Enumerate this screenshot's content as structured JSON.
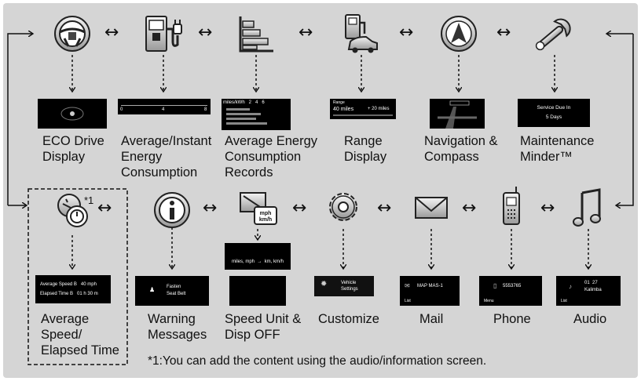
{
  "row1": {
    "eco": {
      "label": "ECO Drive\nDisplay"
    },
    "energy": {
      "label": "Average/Instant\nEnergy\nConsumption",
      "ticks": [
        "0",
        "4",
        "8"
      ]
    },
    "records": {
      "label": "Average Energy\nConsumption\nRecords",
      "header": "miles/kWh   2   4   6"
    },
    "range": {
      "label": "Range\nDisplay",
      "small": "Range",
      "main": "40 miles",
      "plus": "+ 20 miles"
    },
    "nav": {
      "label": "Navigation &\nCompass"
    },
    "maint": {
      "label": "Maintenance\nMinder™",
      "line1": "Service Due In",
      "line2": "5 Days"
    }
  },
  "row2": {
    "avg": {
      "label": "Average\nSpeed/\nElapsed Time",
      "footnote_mark": "*1",
      "line1": "Average Speed B   40 mph",
      "line2": "Elapsed Time B   01 h 30 m"
    },
    "warn": {
      "label": "Warning\nMessages",
      "line1": "Fasten",
      "line2": "Seat Belt"
    },
    "speedunit": {
      "label": "Speed Unit &\nDisp OFF",
      "caption": "miles, mph  →  km, km/h",
      "icon_text": "mph\nkm/h"
    },
    "customize": {
      "label": "Customize",
      "line1": "Vehicle",
      "line2": "Settings"
    },
    "mail": {
      "label": "Mail",
      "line1": "MAP MAS-1",
      "line2": "List"
    },
    "phone": {
      "label": "Phone",
      "line1": "5553765",
      "line2": "Menu"
    },
    "audio": {
      "label": "Audio",
      "line1": "01  27",
      "line2": "Kalimba",
      "line3": "List"
    }
  },
  "footnote": "*1:You can add the content using the audio/information screen.",
  "arrow_symbol": "↔",
  "icon_names": [
    "steering-wheel-icon",
    "fuel-plug-icon",
    "bar-chart-icon",
    "fuel-car-icon",
    "compass-icon",
    "wrench-icon",
    "speed-timer-icon",
    "info-icon",
    "speed-unit-icon",
    "gear-icon",
    "mail-icon",
    "phone-icon",
    "music-icon"
  ]
}
